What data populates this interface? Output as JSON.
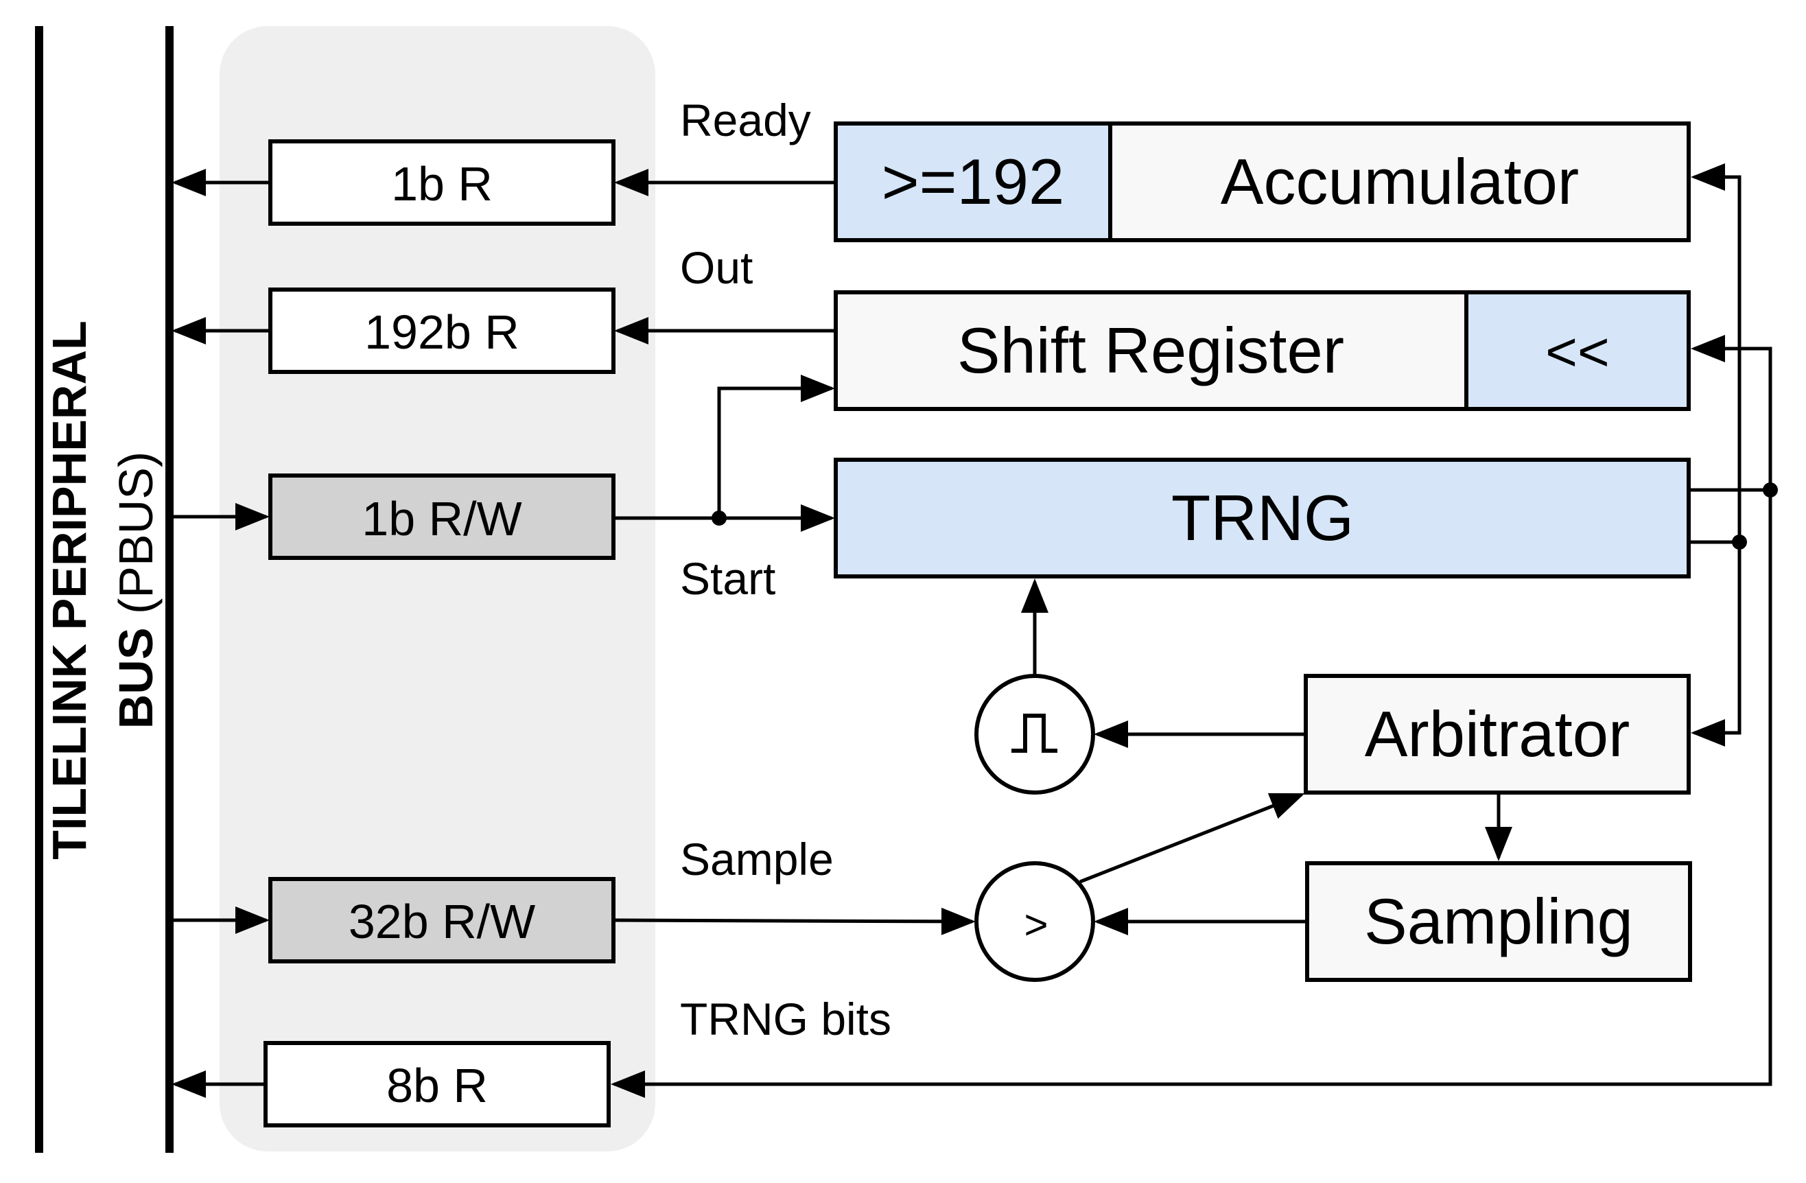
{
  "bus": {
    "title_line1": "TILELINK PERIPHERAL",
    "title_line2_bold": "BUS",
    "title_line2_rest": " (PBUS)"
  },
  "registers": {
    "ready": "1b R",
    "out": "192b R",
    "start": "1b R/W",
    "sample": "32b R/W",
    "trng_bits": "8b R"
  },
  "signals": {
    "ready": "Ready",
    "out": "Out",
    "start": "Start",
    "sample": "Sample",
    "trng_bits": "TRNG bits"
  },
  "blocks": {
    "threshold": ">=192",
    "accumulator": "Accumulator",
    "shift_register": "Shift Register",
    "shift_op": "<<",
    "trng": "TRNG",
    "arbitrator": "Arbitrator",
    "sampling": "Sampling",
    "comparator": ">"
  },
  "colors": {
    "block_blue": "#d6e6f8",
    "block_white": "#f8f8f8",
    "register_gray": "#d2d2d2",
    "panel_gray": "#efefef"
  }
}
